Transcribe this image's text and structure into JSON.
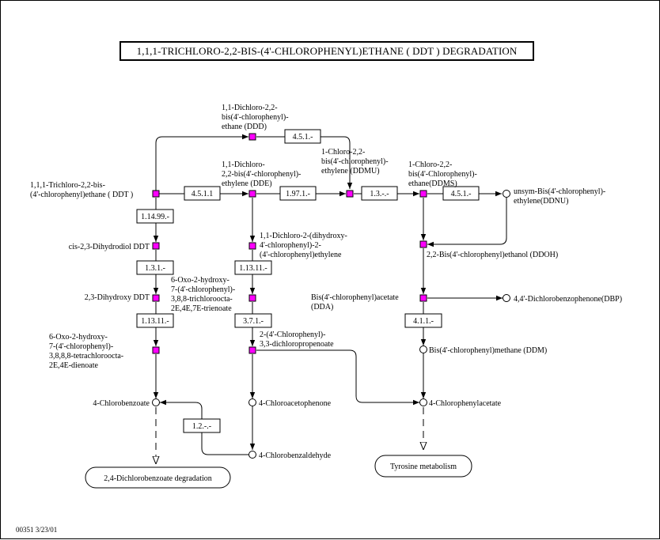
{
  "title": "1,1,1-TRICHLORO-2,2-BIS-(4'-CHLOROPHENYL)ETHANE ( DDT ) DEGRADATION",
  "footer": "00351  3/23/01",
  "enzymes": {
    "e1": "4.5.1.-",
    "e2": "4.5.1.1",
    "e3": "1.97.1.-",
    "e4": "1.3.-.-",
    "e5": "4.5.1.-",
    "e6": "1.14.99.-",
    "e7": "1.3.1.-",
    "e8": "1.13.11.-",
    "e9": "1.13.11.-",
    "e10": "3.7.1.-",
    "e11": "4.1.1.-",
    "e12": "1.2.-.-"
  },
  "compounds": {
    "ddd": [
      "1,1-Dichloro-2,2-",
      "bis(4'-chlorophenyl)-",
      "ethane (DDD)"
    ],
    "ddt": [
      "1,1,1-Trichloro-2,2-bis-",
      "(4'-chlorophenyl)ethane ( DDT )"
    ],
    "dde": [
      "1,1-Dichloro-",
      "2,2-bis(4'-chlorophenyl)-",
      "ethylene (DDE)"
    ],
    "ddmu": [
      "1-Chloro-2,2-",
      "bis(4'-chlorophenyl)-",
      "ethylene (DDMU)"
    ],
    "ddms": [
      "1-Chloro-2,2-",
      "bis(4'-Chlorophenyl)-",
      "ethane(DDMS)"
    ],
    "ddnu": [
      "unsym-Bis(4'-chlorophenyl)-",
      "ethylene(DDNU)"
    ],
    "dihydrodiol": [
      "cis-2,3-Dihydrodiol DDT"
    ],
    "dihydroxyethylene": [
      "1,1-Dichloro-2-(dihydroxy-",
      "4'-chlorophenyl)-2-",
      "(4'-chlorophenyl)ethylene"
    ],
    "ddoh": [
      "2,2-Bis(4'-chlorophenyl)ethanol (DDOH)"
    ],
    "dihydroxyddt": [
      "2,3-Dihydroxy DDT"
    ],
    "trienoate": [
      "6-Oxo-2-hydroxy-",
      "7-(4'-chlorophenyl)-",
      "3,8,8-trichloroocta-",
      "2E,4E,7E-trienoate"
    ],
    "dda": [
      "Bis(4'-chlorophenyl)acetate",
      "(DDA)"
    ],
    "dbp": [
      "4,4'-Dichlorobenzophenone(DBP)"
    ],
    "dienoate": [
      "6-Oxo-2-hydroxy-",
      "7-(4'-chlorophenyl)-",
      "3,8,8,8-tetrachloroocta-",
      "2E,4E-dienoate"
    ],
    "propenoate": [
      "2-(4'-Chlorophenyl)-",
      "3,3-dichloropropenoate"
    ],
    "ddm": [
      "Bis(4'-chlorophenyl)methane (DDM)"
    ],
    "chlorobenzoate": [
      "4-Chlorobenzoate"
    ],
    "chloroacetophenone": [
      "4-Chloroacetophenone"
    ],
    "chlorophenylacetate": [
      "4-Chlorophenylacetate"
    ],
    "chlorobenzaldehyde": [
      "4-Chlorobenzaldehyde"
    ]
  },
  "maps": {
    "dichlorobenzoate": "2,4-Dichlorobenzoate degradation",
    "tyrosine": "Tyrosine metabolism"
  },
  "colors": {
    "compound_fill": "#ff00ff",
    "background": "#ffffff"
  }
}
